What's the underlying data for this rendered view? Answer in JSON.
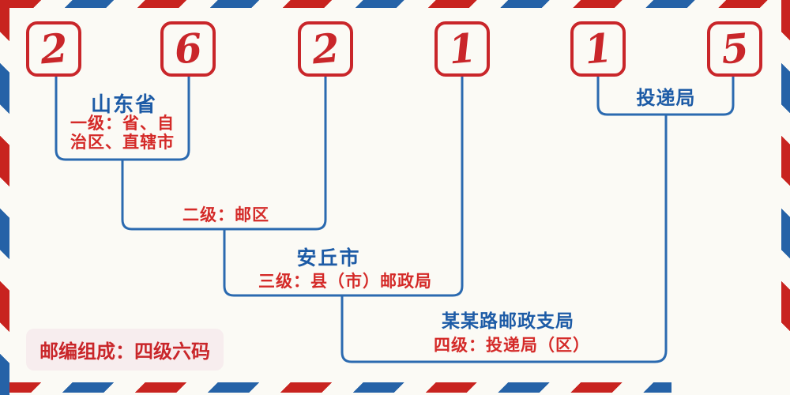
{
  "diagram": {
    "title_semantic": "Chinese postal code structure diagram",
    "digits": [
      "2",
      "6",
      "2",
      "1",
      "1",
      "5"
    ],
    "levels": {
      "level1": {
        "name": "山东省",
        "desc_line1": "一级：省、自",
        "desc_line2": "治区、直辖市"
      },
      "level2": {
        "desc": "二级：邮区"
      },
      "level3": {
        "name": "安丘市",
        "desc": "三级：县（市）邮政局"
      },
      "level4": {
        "name": "某某路邮政支局",
        "desc": "四级：投递局（区）"
      },
      "delivery_office_label": "投递局"
    },
    "note": "邮编组成：四级六码"
  },
  "colors": {
    "red": "#c9262a",
    "red_text": "#d42a28",
    "blue_line": "#2b6ab0",
    "blue_text": "#1d5ba6",
    "stripe_red": "#c8231f",
    "stripe_blue": "#2562a7",
    "background": "#fbfaf5",
    "note_background": "#f7edee"
  }
}
